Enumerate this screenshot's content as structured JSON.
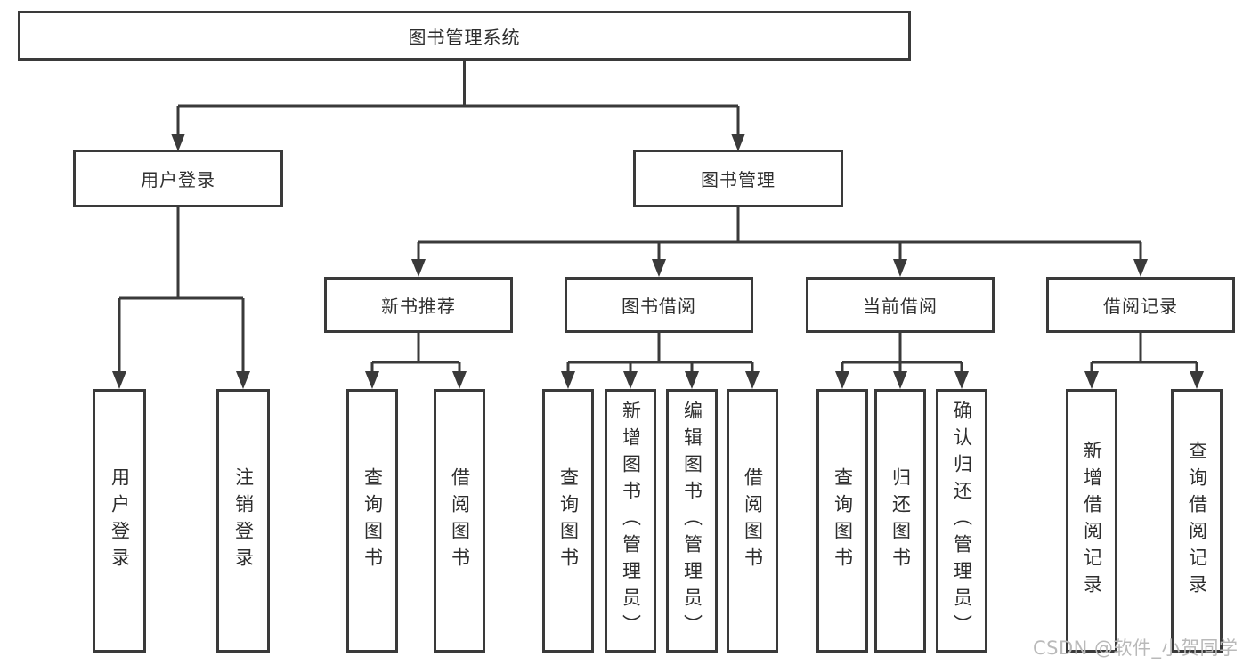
{
  "diagram": {
    "root": {
      "label": "图书管理系统"
    },
    "branches": [
      {
        "label": "用户登录",
        "children": [
          {
            "label": "用户登录"
          },
          {
            "label": "注销登录"
          }
        ]
      },
      {
        "label": "图书管理",
        "children": [
          {
            "label": "新书推荐",
            "children": [
              {
                "label": "查询图书"
              },
              {
                "label": "借阅图书"
              }
            ]
          },
          {
            "label": "图书借阅",
            "children": [
              {
                "label": "查询图书"
              },
              {
                "label": "新增图书（管理员）"
              },
              {
                "label": "编辑图书（管理员）"
              },
              {
                "label": "借阅图书"
              }
            ]
          },
          {
            "label": "当前借阅",
            "children": [
              {
                "label": "查询图书"
              },
              {
                "label": "归还图书"
              },
              {
                "label": "确认归还（管理员）"
              }
            ]
          },
          {
            "label": "借阅记录",
            "children": [
              {
                "label": "新增借阅记录"
              },
              {
                "label": "查询借阅记录"
              }
            ]
          }
        ]
      }
    ],
    "watermark": "CSDN @软件_小贺同学",
    "colors": {
      "line": "#3a3a3a",
      "text": "#2e2e2e",
      "watermark": "#b9b9b9",
      "background": "#ffffff"
    }
  }
}
